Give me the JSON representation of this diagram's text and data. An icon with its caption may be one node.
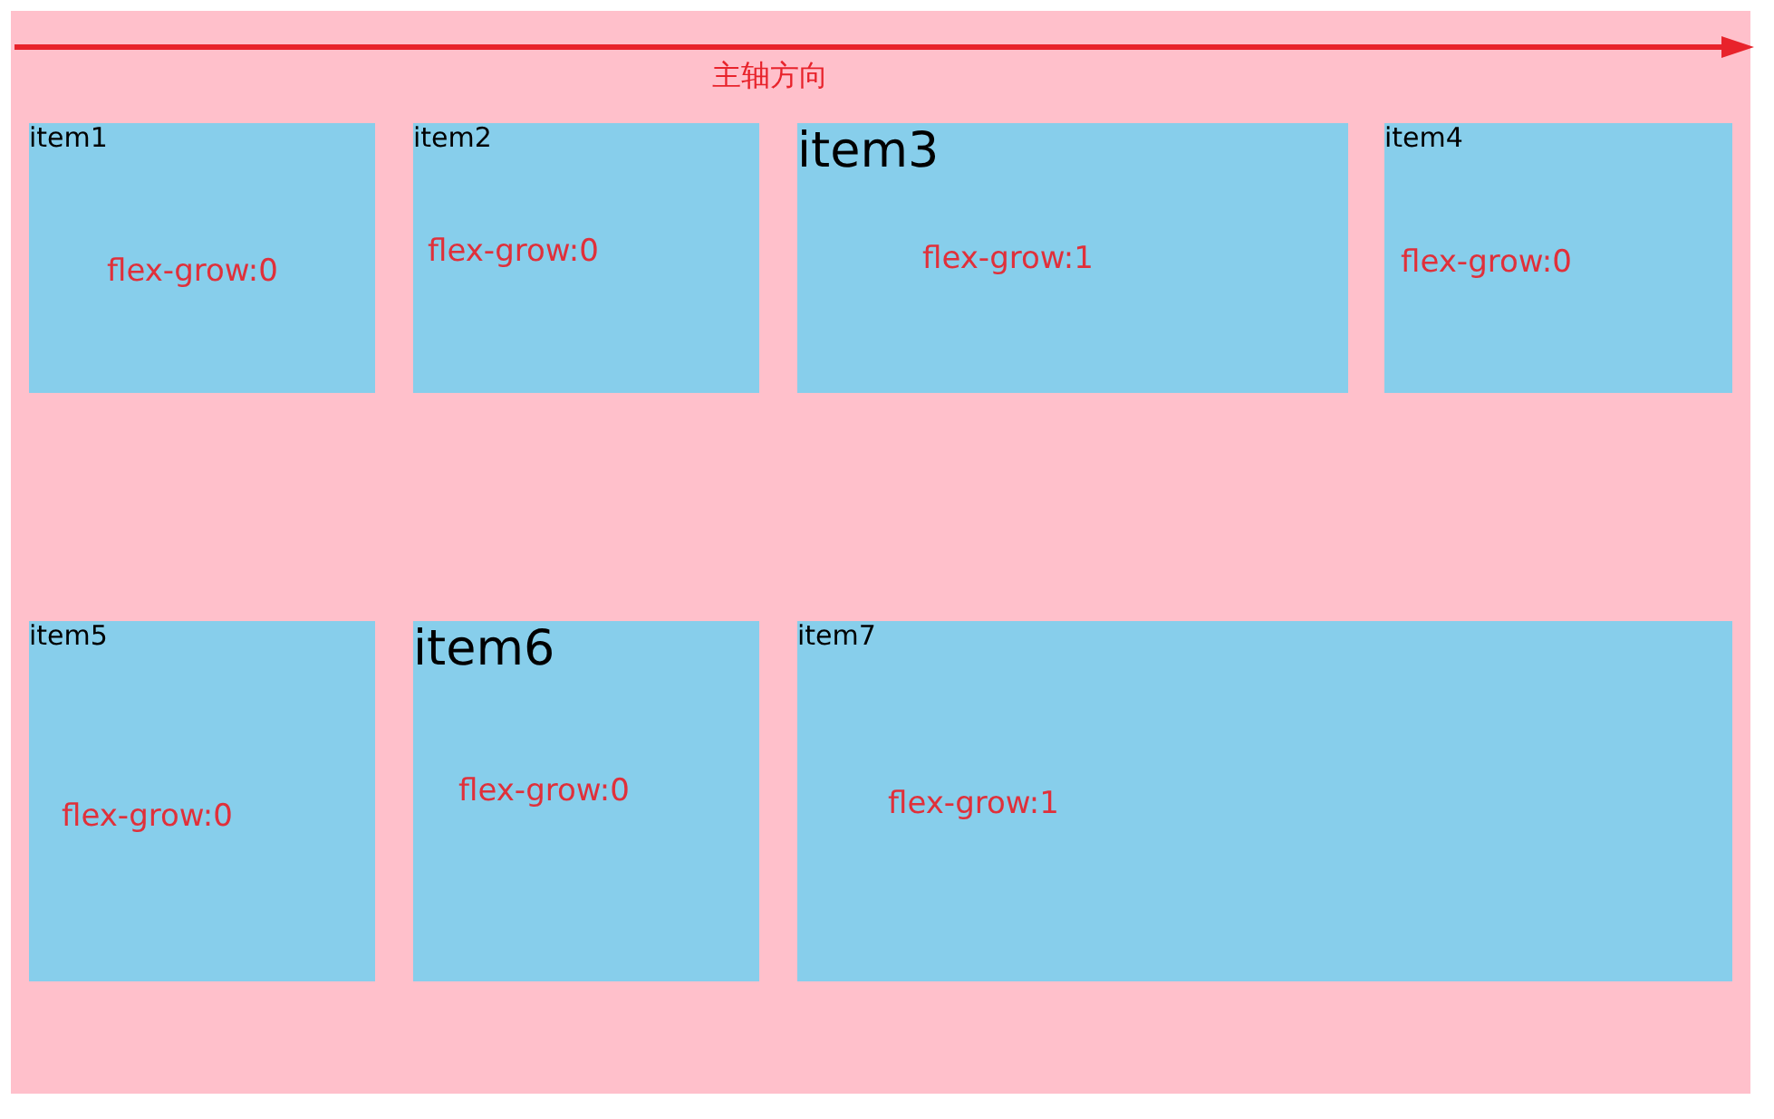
{
  "diagram": {
    "nodes": [
      {
        "text": [],
        "shape": "box"
      },
      {
        "text": [
          "item1",
          "flex-grow:0"
        ],
        "in": 0
      },
      {
        "text": [
          "item2",
          "flex-grow:0"
        ],
        "in": 0
      },
      {
        "text": [
          "item3",
          "flex-grow:1"
        ],
        "in": 0
      },
      {
        "text": [
          "item4",
          "flex-grow:0"
        ],
        "in": 0
      },
      {
        "text": [
          "item5",
          "flex-grow:0"
        ],
        "in": 0
      },
      {
        "text": [
          "item6",
          "flex-grow:0"
        ],
        "in": 0
      },
      {
        "text": [
          "item7",
          "flex-grow:1"
        ],
        "in": 0
      }
    ],
    "labels": [
      "主轴方向"
    ]
  }
}
